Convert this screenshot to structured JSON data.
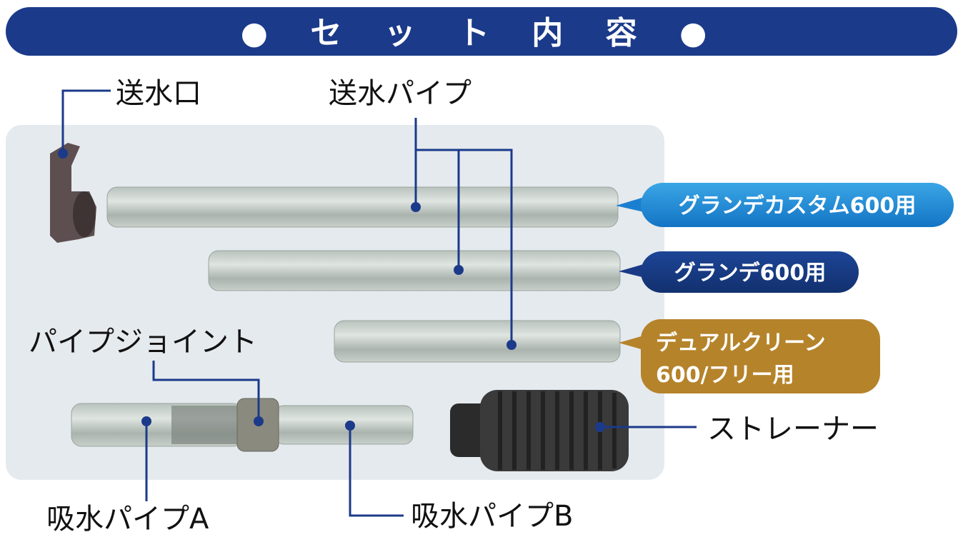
{
  "header": {
    "title": "● セ ッ ト 内 容 ●"
  },
  "labels": {
    "outlet": "送水口",
    "discharge_pipe": "送水パイプ",
    "pipe_joint": "パイプジョイント",
    "suction_pipe_a": "吸水パイプA",
    "suction_pipe_b": "吸水パイプB",
    "strainer": "ストレーナー"
  },
  "callouts": [
    {
      "text": "グランデカスタム600用",
      "color": "#1a8fd8"
    },
    {
      "text": "グランデ600用",
      "color": "#1b3a86"
    },
    {
      "lines": [
        "デュアルクリーン",
        "600/フリー用"
      ],
      "color": "#b5832a"
    }
  ],
  "colors": {
    "accent": "#1b3a8a",
    "panel": "#e5eaee"
  }
}
